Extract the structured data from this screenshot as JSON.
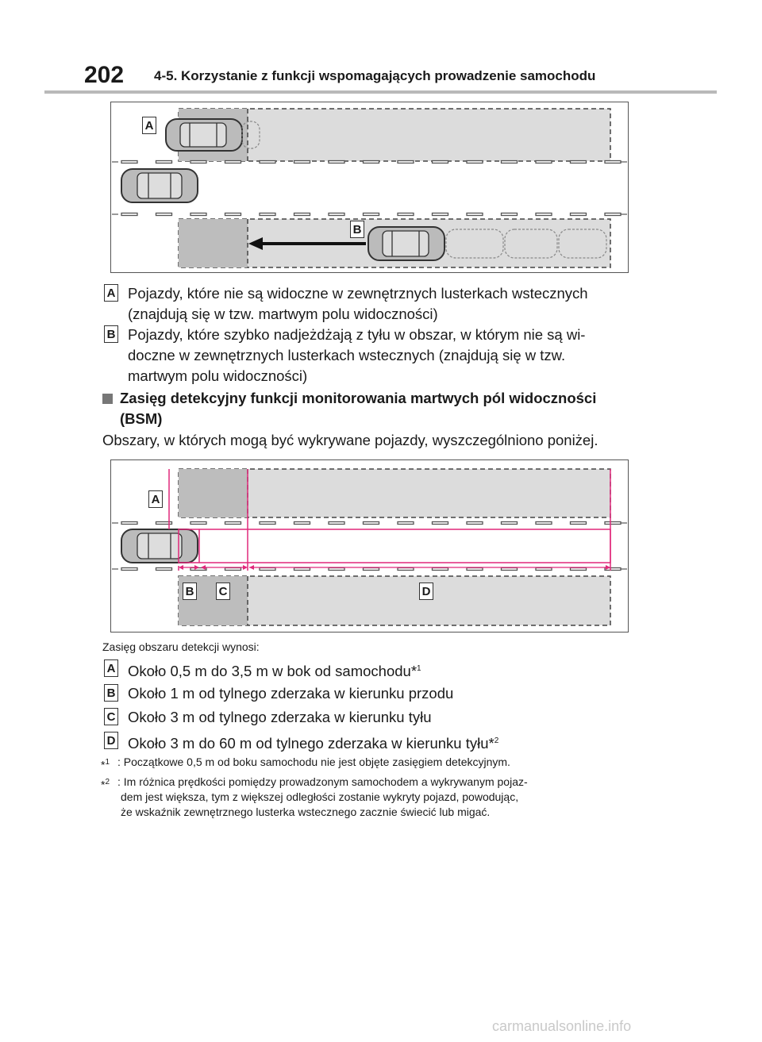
{
  "header": {
    "page_number": "202",
    "section": "4-5. Korzystanie z funkcji wspomagających prowadzenie samochodu"
  },
  "figure1": {
    "label_a": "A",
    "label_b": "B"
  },
  "legend1": [
    {
      "badge": "A",
      "line1": "Pojazdy, które nie są widoczne w zewnętrznych lusterkach wstecznych",
      "line2": "(znajdują się w tzw. martwym polu widoczności)"
    },
    {
      "badge": "B",
      "line1": "Pojazdy, które szybko nadjeżdżają z tyłu w obszar, w którym nie są wi-",
      "line2": "doczne w zewnętrznych lusterkach wstecznych (znajdują się w tzw.",
      "line3": "martwym polu widoczności)"
    }
  ],
  "section": {
    "heading_line1": "Zasięg detekcyjny funkcji monitorowania martwych pól widoczności",
    "heading_line2": "(BSM)",
    "paragraph": "Obszary, w których mogą być wykrywane pojazdy, wyszczególniono poniżej."
  },
  "figure2": {
    "label_a": "A",
    "label_b": "B",
    "label_c": "C",
    "label_d": "D"
  },
  "range_intro": "Zasięg obszaru detekcji wynosi:",
  "ranges": [
    {
      "badge": "A",
      "text": "Około 0,5 m do 3,5 m w bok od samochodu*",
      "sup": "1"
    },
    {
      "badge": "B",
      "text": "Około 1 m od tylnego zderzaka w kierunku przodu",
      "sup": ""
    },
    {
      "badge": "C",
      "text": "Około 3 m od tylnego zderzaka w kierunku tyłu",
      "sup": ""
    },
    {
      "badge": "D",
      "text": "Około 3 m do 60 m od tylnego zderzaka w kierunku tyłu*",
      "sup": "2"
    }
  ],
  "notes": [
    {
      "mark": "*",
      "sup": "1",
      "line1": ": Początkowe 0,5 m od boku samochodu nie jest objęte zasięgiem detekcyjnym."
    },
    {
      "mark": "*",
      "sup": "2",
      "line1": ": Im różnica prędkości pomiędzy prowadzonym samochodem a wykrywanym pojaz-",
      "line2": "dem jest większa, tym z większej odległości zostanie wykryty pojazd, powodując,",
      "line3": "że wskaźnik zewnętrznego lusterka wstecznego zacznie świecić lub migać."
    }
  ],
  "watermark": "carmanualsonline.info",
  "colors": {
    "zone_fill": "#dcdcdc",
    "zone_dark": "#bdbdbd",
    "range_line": "#e0287a",
    "text": "#1a1a1a"
  }
}
